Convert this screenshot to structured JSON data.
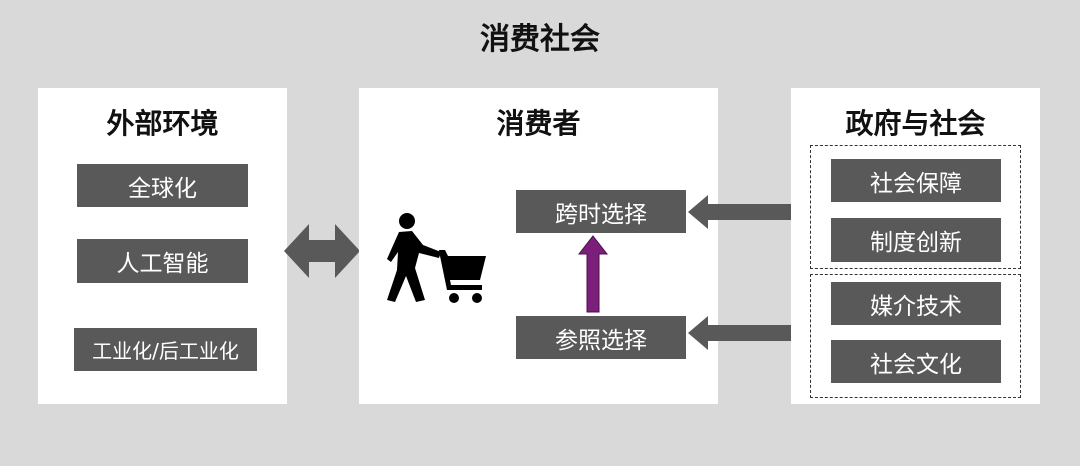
{
  "title": "消费社会",
  "external": {
    "title": "外部环境",
    "items": [
      "全球化",
      "人工智能",
      "工业化/后工业化"
    ]
  },
  "consumer": {
    "title": "消费者",
    "cart_icon": "shopping-cart-person-icon",
    "choices": [
      "跨时选择",
      "参照选择"
    ]
  },
  "government": {
    "title": "政府与社会",
    "group1": [
      "社会保障",
      "制度创新"
    ],
    "group2": [
      "媒介技术",
      "社会文化"
    ]
  },
  "colors": {
    "background": "#d9d9d9",
    "panel": "#ffffff",
    "box": "#595959",
    "arrow": "#595959",
    "purple_arrow": "#7b1f7b"
  }
}
